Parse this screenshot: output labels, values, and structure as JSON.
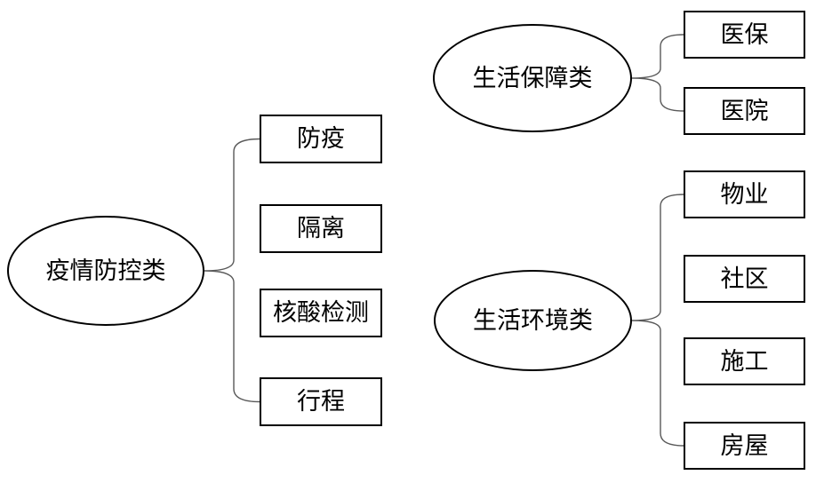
{
  "diagram": {
    "background_color": "#ffffff",
    "shape_border_color": "#000000",
    "connector_color": "#595959",
    "groups": [
      {
        "parent": {
          "label": "疫情防控类",
          "shape": "ellipse"
        },
        "children": [
          {
            "label": "防疫"
          },
          {
            "label": "隔离"
          },
          {
            "label": "核酸检测"
          },
          {
            "label": "行程"
          }
        ]
      },
      {
        "parent": {
          "label": "生活保障类",
          "shape": "ellipse"
        },
        "children": [
          {
            "label": "医保"
          },
          {
            "label": "医院"
          }
        ]
      },
      {
        "parent": {
          "label": "生活环境类",
          "shape": "ellipse"
        },
        "children": [
          {
            "label": "物业"
          },
          {
            "label": "社区"
          },
          {
            "label": "施工"
          },
          {
            "label": "房屋"
          }
        ]
      }
    ]
  }
}
